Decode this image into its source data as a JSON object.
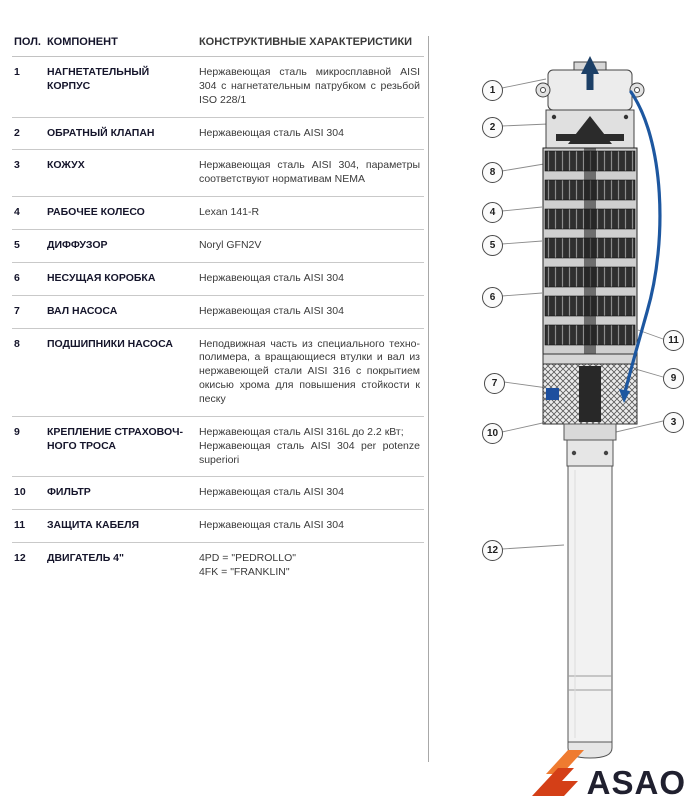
{
  "table": {
    "headers": {
      "pos": "ПОЛ.",
      "component": "КОМПОНЕНТ",
      "characteristics": "КОНСТРУКТИВНЫЕ ХАРАКТЕРИСТИКИ"
    },
    "rows": [
      {
        "num": "1",
        "component": "НАГНЕТАТЕЛЬНЫЙ КОРПУС",
        "chars": "Нержавеющая сталь микросплавной AISI 304 с нагнетательным патрубком с резьбой ISO 228/1"
      },
      {
        "num": "2",
        "component": "ОБРАТНЫЙ КЛАПАН",
        "chars": "Нержавеющая сталь AISI 304"
      },
      {
        "num": "3",
        "component": "КОЖУХ",
        "chars": "Нержавеющая сталь AISI 304, параметры соответствуют нормативам NEMA"
      },
      {
        "num": "4",
        "component": "РАБОЧЕЕ КОЛЕСО",
        "chars": "Lexan 141-R"
      },
      {
        "num": "5",
        "component": "ДИФФУЗОР",
        "chars": "Noryl GFN2V"
      },
      {
        "num": "6",
        "component": "НЕСУЩАЯ КОРОБКА",
        "chars": "Нержавеющая сталь AISI 304"
      },
      {
        "num": "7",
        "component": "ВАЛ НАСОСА",
        "chars": "Нержавеющая сталь AISI 304"
      },
      {
        "num": "8",
        "component": "ПОДШИПНИКИ НАСОСА",
        "chars": "Неподвижная часть из специального техно-полимера, а вращающиеся втулки и вал из нержавеющей стали AISI 316 с покрытием окисью хрома для повышения стойкости к песку"
      },
      {
        "num": "9",
        "component": "КРЕПЛЕНИЕ СТРАХОВОЧ-\nНОГО ТРОСА",
        "chars": "Нержавеющая сталь AISI 316L до 2.2 кВт;\nНержавеющая сталь AISI 304 per potenze superiori"
      },
      {
        "num": "10",
        "component": "ФИЛЬТР",
        "chars": "Нержавеющая сталь AISI 304"
      },
      {
        "num": "11",
        "component": "ЗАЩИТА КАБЕЛЯ",
        "chars": "Нержавеющая сталь AISI 304"
      },
      {
        "num": "12",
        "component": "ДВИГАТЕЛЬ 4\"",
        "chars": "4PD =  \"PEDROLLO\"\n4FK =  \"FRANKLIN\""
      }
    ]
  },
  "diagram": {
    "callouts": [
      {
        "label": "1"
      },
      {
        "label": "2"
      },
      {
        "label": "8"
      },
      {
        "label": "4"
      },
      {
        "label": "5"
      },
      {
        "label": "6"
      },
      {
        "label": "7"
      },
      {
        "label": "10"
      },
      {
        "label": "11"
      },
      {
        "label": "9"
      },
      {
        "label": "3"
      },
      {
        "label": "12"
      }
    ]
  },
  "logo": {
    "text": "ASAO"
  },
  "colors": {
    "accent_blue": "#1d57a0",
    "arrow_navy": "#1c3f66",
    "logo_orange": "#ef7b30",
    "logo_red": "#d43f17",
    "heading_navy": "#15152b"
  }
}
